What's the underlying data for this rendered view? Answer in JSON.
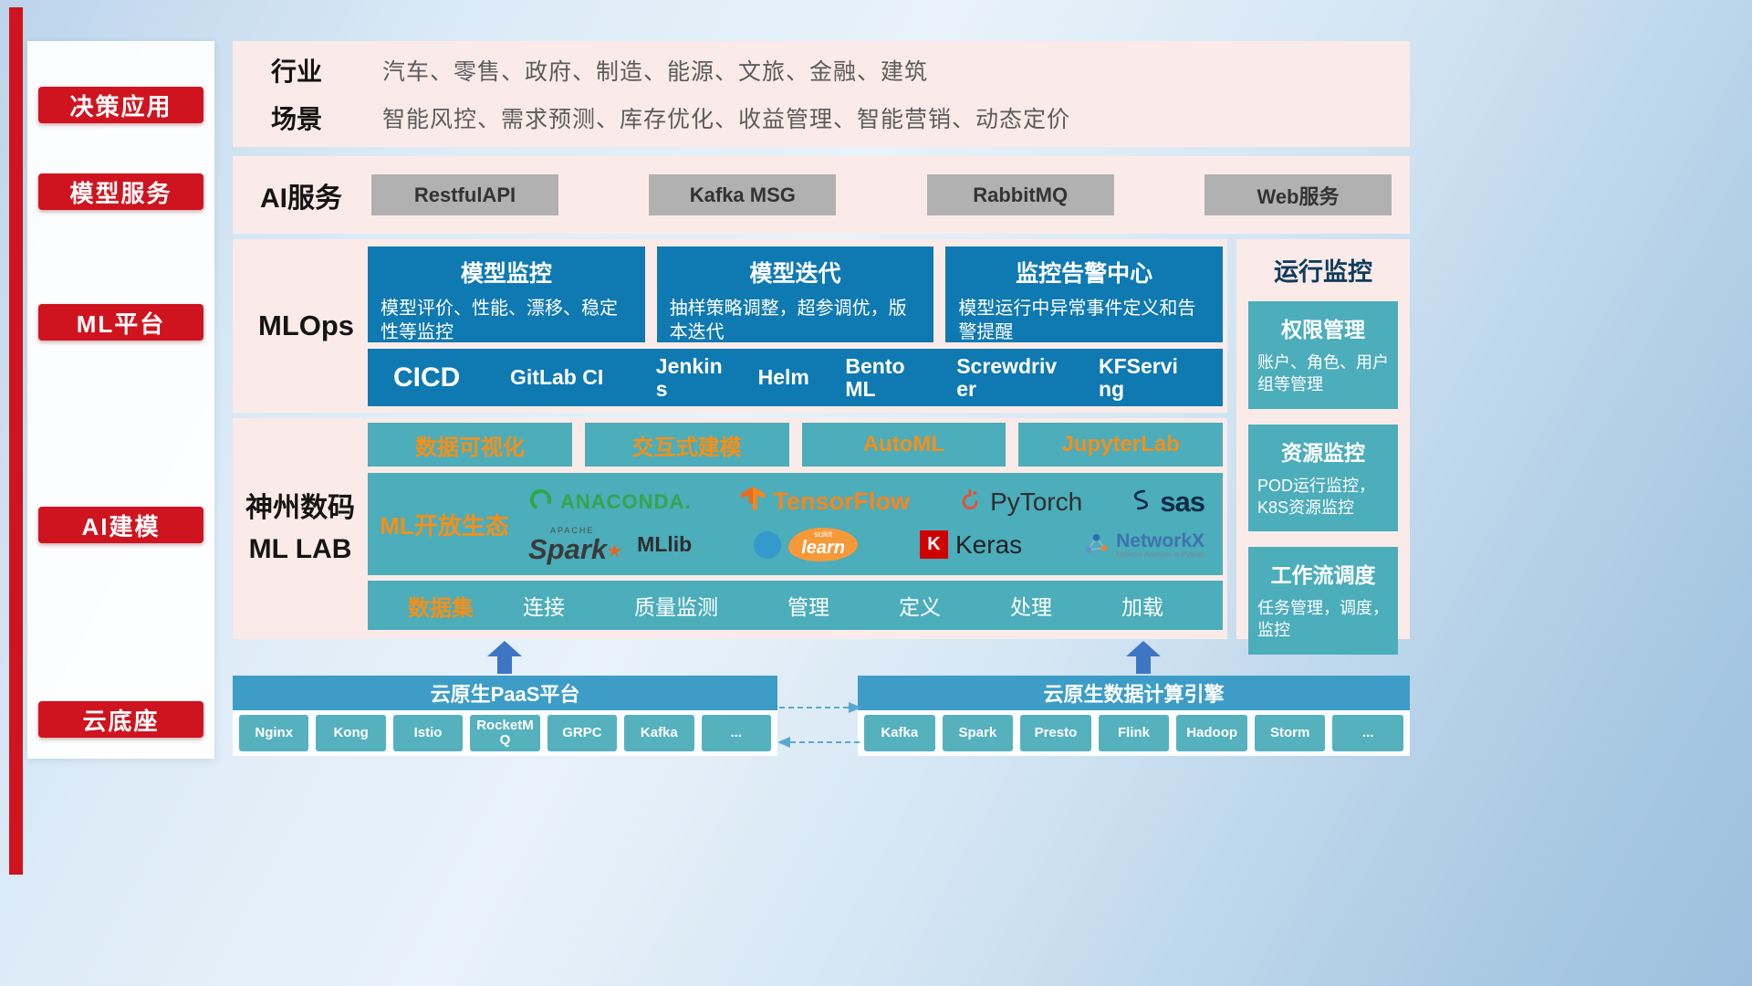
{
  "sidebar": {
    "items": [
      {
        "label": "决策应用"
      },
      {
        "label": "模型服务"
      },
      {
        "label": "ML平台"
      },
      {
        "label": "AI建模"
      },
      {
        "label": "云底座"
      }
    ]
  },
  "industry": {
    "rows": [
      {
        "label": "行业",
        "value": "汽车、零售、政府、制造、能源、文旅、金融、建筑"
      },
      {
        "label": "场景",
        "value": "智能风控、需求预测、库存优化、收益管理、智能营销、动态定价"
      }
    ]
  },
  "ai_service": {
    "label": "AI服务",
    "buttons": [
      {
        "label": "RestfulAPI"
      },
      {
        "label": "Kafka MSG"
      },
      {
        "label": "RabbitMQ"
      },
      {
        "label": "Web服务"
      }
    ]
  },
  "mlops": {
    "label": "MLOps",
    "cards": [
      {
        "title": "模型监控",
        "desc": "模型评价、性能、漂移、稳定性等监控"
      },
      {
        "title": "模型迭代",
        "desc": "抽样策略调整，超参调优，版本迭代"
      },
      {
        "title": "监控告警中心",
        "desc": "模型运行中异常事件定义和告警提醒"
      }
    ],
    "cicd_label": "CICD",
    "cicd_items": [
      {
        "label": "GitLab CI"
      },
      {
        "label": "Jenkins"
      },
      {
        "label": "Helm"
      },
      {
        "label": "BentoML"
      },
      {
        "label": "Screwdriver"
      },
      {
        "label": "KFServing"
      }
    ]
  },
  "mllab": {
    "label_line1": "神州数码",
    "label_line2": "ML LAB",
    "tools": [
      {
        "label": "数据可视化"
      },
      {
        "label": "交互式建模"
      },
      {
        "label": "AutoML"
      },
      {
        "label": "JupyterLab"
      }
    ],
    "ecosystem_label": "ML开放生态",
    "logos": {
      "anaconda": "ANACONDA.",
      "tensorflow": "TensorFlow",
      "pytorch": "PyTorch",
      "sas": "sas",
      "spark_apache": "APACHE",
      "spark": "Spark",
      "mllib": "MLlib",
      "sklearn_top": "scikit",
      "sklearn": "learn",
      "keras_k": "K",
      "keras": "Keras",
      "networkx": "NetworkX",
      "networkx_sub": "Network Analysis in Python"
    },
    "dataset_label": "数据集",
    "dataset_items": [
      {
        "label": "连接"
      },
      {
        "label": "质量监测"
      },
      {
        "label": "管理"
      },
      {
        "label": "定义"
      },
      {
        "label": "处理"
      },
      {
        "label": "加载"
      }
    ]
  },
  "monitoring": {
    "title": "运行监控",
    "cards": [
      {
        "title": "权限管理",
        "desc": "账户、角色、用户组等管理"
      },
      {
        "title": "资源监控",
        "desc": "POD运行监控，K8S资源监控"
      },
      {
        "title": "工作流调度",
        "desc": "任务管理，调度，监控"
      }
    ]
  },
  "bottom": {
    "paas_title": "云原生PaaS平台",
    "paas_items": [
      {
        "label": "Nginx"
      },
      {
        "label": "Kong"
      },
      {
        "label": "Istio"
      },
      {
        "label": "RocketMQ"
      },
      {
        "label": "GRPC"
      },
      {
        "label": "Kafka"
      },
      {
        "label": "..."
      }
    ],
    "engine_title": "云原生数据计算引擎",
    "engine_items": [
      {
        "label": "Kafka"
      },
      {
        "label": "Spark"
      },
      {
        "label": "Presto"
      },
      {
        "label": "Flink"
      },
      {
        "label": "Hadoop"
      },
      {
        "label": "Storm"
      },
      {
        "label": "..."
      }
    ]
  },
  "colors": {
    "red": "#cf1420",
    "pink_panel": "#fbebe8",
    "blue_card": "#0f79b2",
    "teal": "#4cadbb",
    "bar_blue": "#3d9dc7",
    "orange_text": "#f39019"
  }
}
